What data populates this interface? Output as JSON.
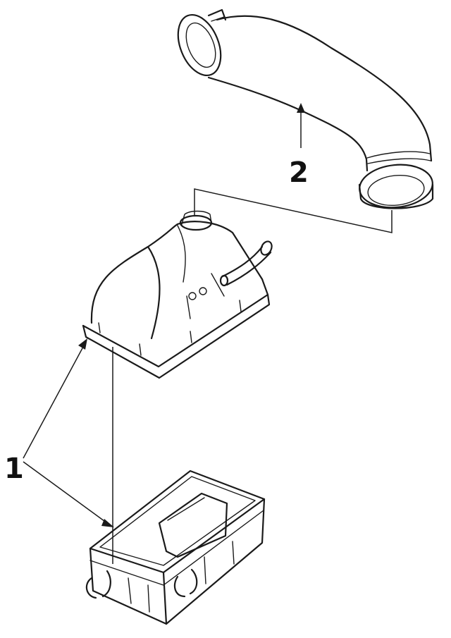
{
  "callouts": [
    {
      "id": "1",
      "label": "1",
      "part": "air-cleaner-assembly"
    },
    {
      "id": "2",
      "label": "2",
      "part": "intake-duct"
    }
  ],
  "colors": {
    "line": "#1a1a1a",
    "background": "#ffffff"
  }
}
